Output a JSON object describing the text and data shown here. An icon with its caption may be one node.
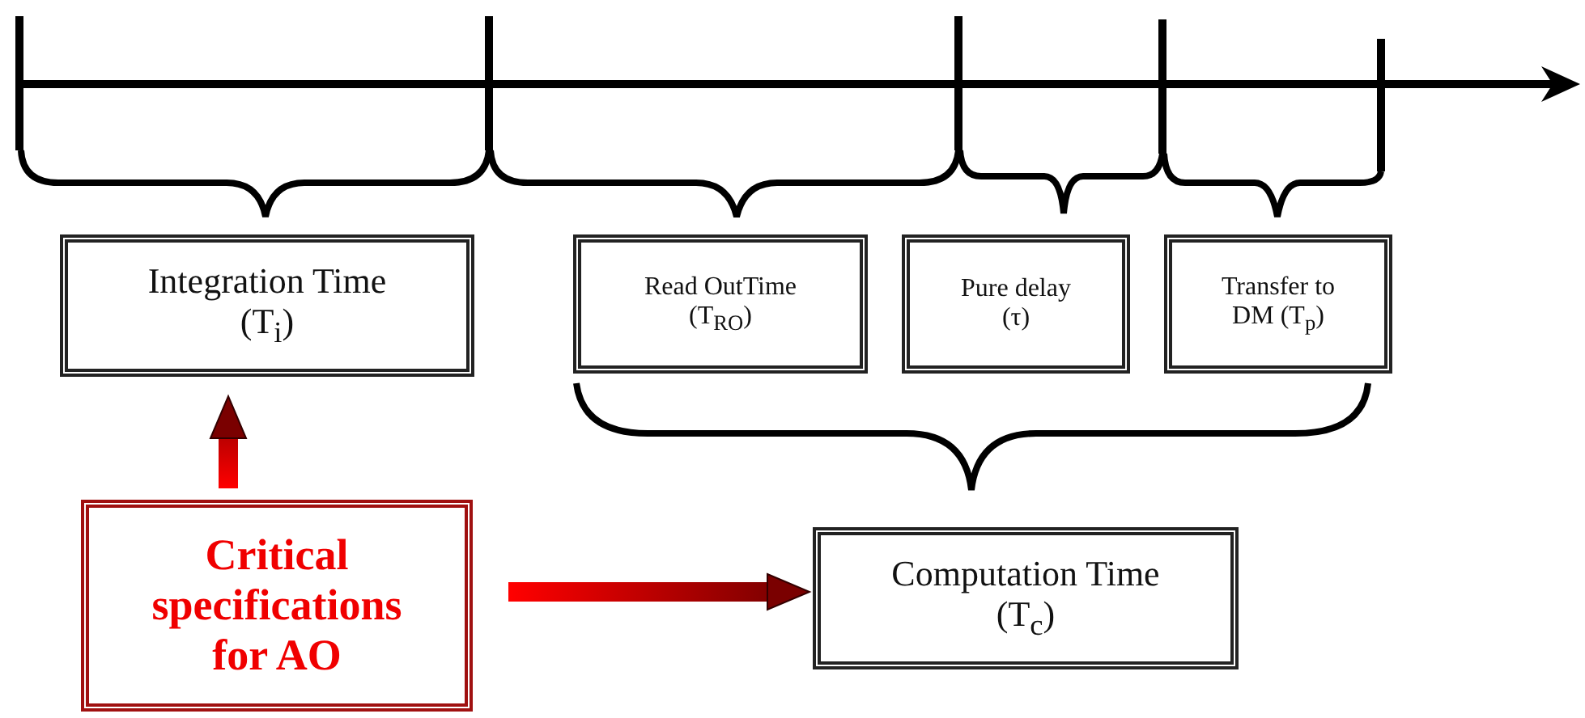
{
  "diagram": {
    "nodes": [
      {
        "text": [
          "Integration Time (T$_{i}$)"
        ]
      },
      {
        "text": [
          "Read OutTime (T$_{RO}$)"
        ]
      },
      {
        "text": [
          "Pure delay (τ)"
        ]
      },
      {
        "text": [
          "Transfer to DM (T$_{p}$)"
        ]
      },
      {
        "text": [
          "Critical specifications for AO"
        ]
      },
      {
        "text": [
          "Computation Time (T$_{c}$)"
        ]
      }
    ],
    "edges": [
      {
        "from": 4,
        "to": 0,
        "arrow": "to",
        "style": "thick"
      },
      {
        "from": 4,
        "to": 5,
        "arrow": "to",
        "style": "thick"
      }
    ]
  }
}
